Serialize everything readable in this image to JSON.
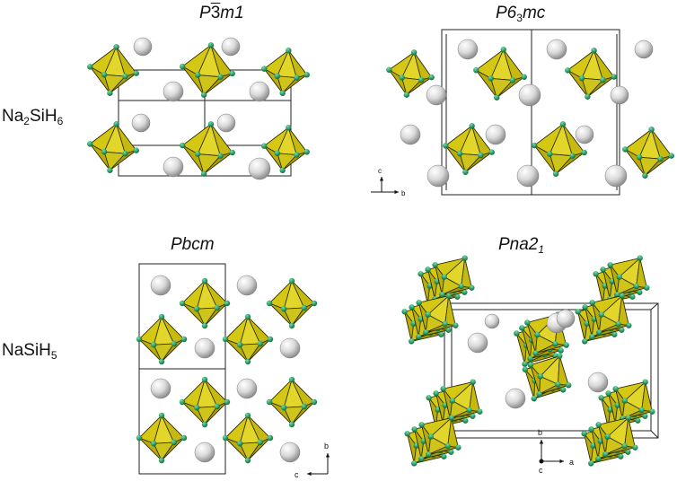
{
  "titles": {
    "p3m1": {
      "p1": "P",
      "p2": "3",
      "p3": "m1"
    },
    "p63mc": {
      "p1": "P6",
      "p2": "3",
      "p3": "mc"
    },
    "pbcm": "Pbcm",
    "pna21": {
      "p1": "Pna2",
      "p2": "1"
    }
  },
  "row_labels": {
    "na2sih6": {
      "p1": "Na",
      "p2": "2",
      "p3": "SiH",
      "p4": "6"
    },
    "nasih5": {
      "p1": "NaSiH",
      "p2": "5"
    }
  },
  "axes": {
    "p63mc": {
      "vertical": "c",
      "horizontal": "b"
    },
    "pbcm": {
      "vertical": "b",
      "horizontal": "c"
    },
    "pna21": {
      "vertical": "b",
      "horizontal": "a",
      "out_of_plane": "c"
    }
  },
  "colors": {
    "octahedron_fill": "#d4c814",
    "octahedron_dark": "#9a9000",
    "octahedron_edge": "#2d2a00",
    "hydrogen": "#1f9a5e",
    "sodium": "#c8c8c8",
    "cell": "#222222"
  }
}
